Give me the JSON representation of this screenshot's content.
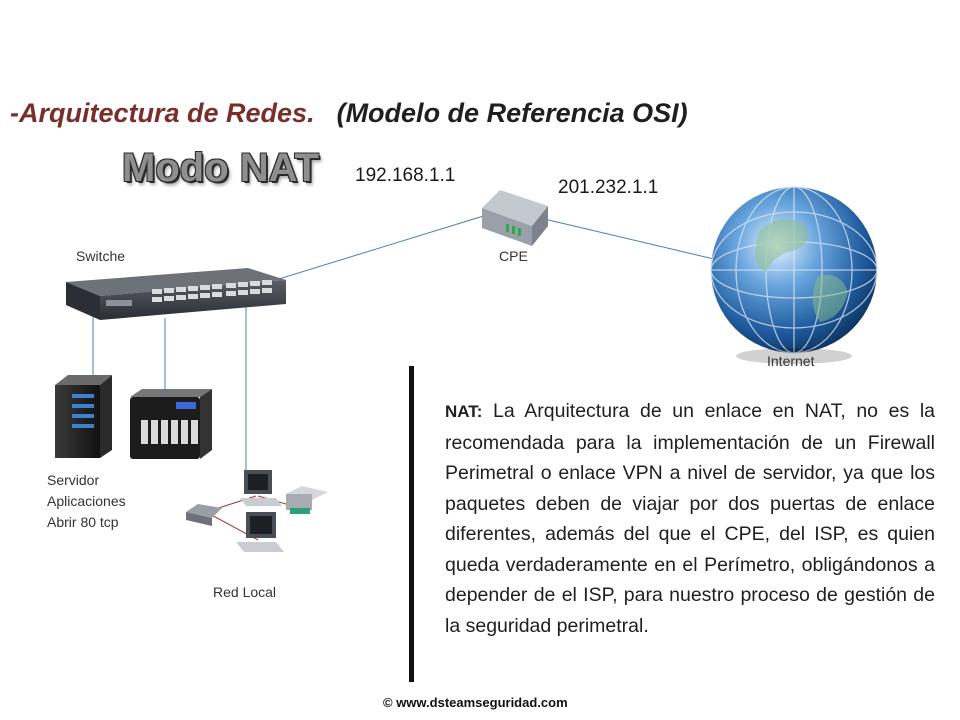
{
  "title": {
    "main": "-Arquitectura de Redes.",
    "sub": "(Modelo de Referencia OSI)"
  },
  "mode_title": "Modo NAT",
  "addresses": {
    "lan_ip": "192.168.1.1",
    "wan_ip": "201.232.1.1"
  },
  "devices": {
    "switch": "Switche",
    "cpe": "CPE",
    "internet": "Internet",
    "server": [
      "Servidor",
      "Aplicaciones",
      "Abrir 80 tcp"
    ],
    "lan": "Red Local"
  },
  "notice": {
    "label": "NAT:",
    "text": " La Arquitectura de un enlace en NAT, no es la recomendada para la implementación de un Firewall Perimetral o enlace VPN a nivel de servidor, ya que los paquetes deben de  viajar por dos puertas de enlace diferentes, además del que el CPE, del ISP, es quien queda verdaderamente en el Perímetro, obligándonos a depender de el ISP, para nuestro proceso de gestión de la seguridad perimetral."
  },
  "footer": "© www.dsteamseguridad.com",
  "colors": {
    "heading": "#7a2e2a",
    "link_line": "#4a7fb5",
    "globe": "#2f6fb0"
  }
}
